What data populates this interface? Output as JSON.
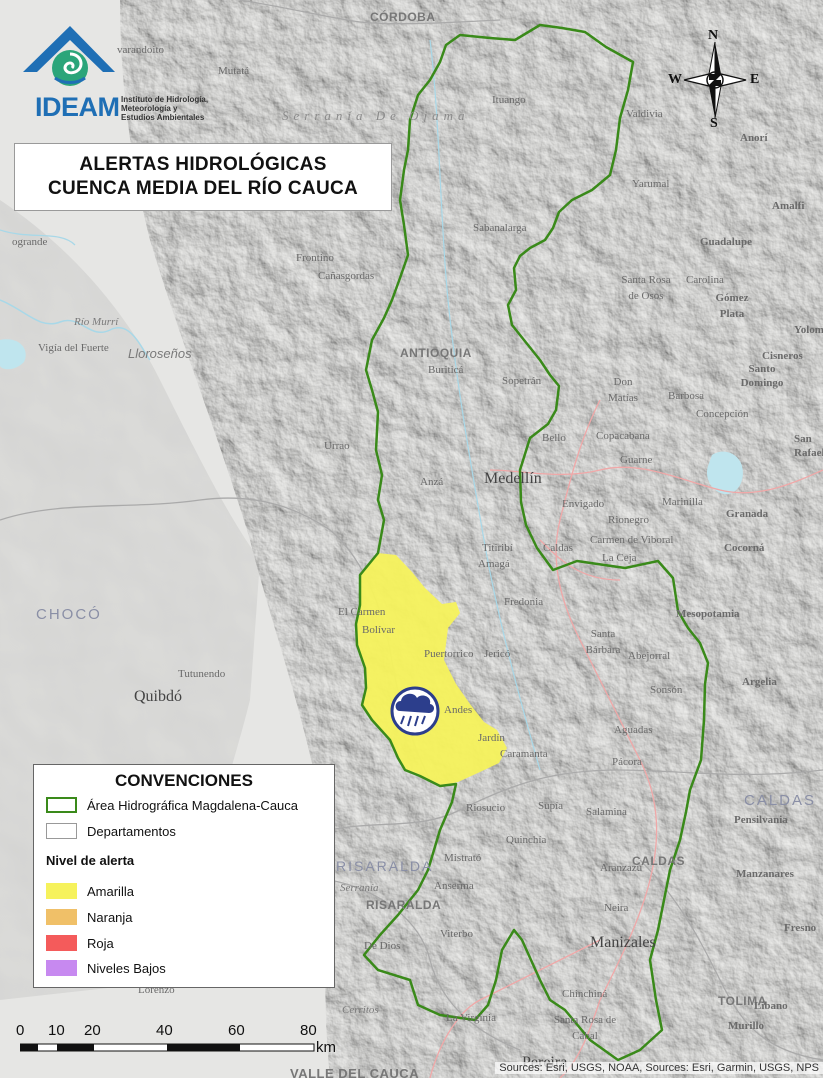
{
  "title": {
    "line1": "ALERTAS HIDROLÓGICAS",
    "line2": "CUENCA MEDIA DEL RÍO CAUCA"
  },
  "organization": {
    "name": "IDEAM",
    "description": [
      "Instituto de Hidrología,",
      "Meteorología y",
      "Estudios Ambientales"
    ]
  },
  "legend": {
    "title": "CONVENCIONES",
    "basin_label": "Área Hidrográfica Magdalena-Cauca",
    "departments_label": "Departamentos",
    "alert_heading": "Nivel de alerta",
    "levels": [
      {
        "label": "Amarilla",
        "color": "#f6f25c"
      },
      {
        "label": "Naranja",
        "color": "#f0c068"
      },
      {
        "label": "Roja",
        "color": "#f45b5b"
      },
      {
        "label": "Niveles Bajos",
        "color": "#c789f0"
      }
    ],
    "basin_color": "#3a8a1a"
  },
  "compass": {
    "n": "N",
    "s": "S",
    "e": "E",
    "w": "W"
  },
  "scale": {
    "ticks": [
      "0",
      "10",
      "20",
      "40",
      "60",
      "80"
    ],
    "unit": "km"
  },
  "attribution": "Sources: Esri, USGS, NOAA, Sources: Esri, Garmin, USGS, NPS",
  "alert_icon": "rain-cloud-icon",
  "places": {
    "cordoba": "CÓRDOBA",
    "varandoito": "varandoito",
    "mutata": "Mutatá",
    "serrania": "Serranía De Ojama",
    "ituango": "Ituango",
    "valdivia": "Valdivia",
    "anori": "Anorí",
    "yarumal": "Yarumal",
    "amalfi": "Amalfi",
    "guadalupe": "Guadalupe",
    "sabanalarga": "Sabanalarga",
    "frontino": "Frontino",
    "canasgordas": "Cañasgordas",
    "santa_rosa": "Santa Rosa de Osos",
    "carolina": "Carolina",
    "gomez_plata": "Gómez Plata",
    "yolombo": "Yolom",
    "rio_murri": "Río Murrí",
    "pavarandogrande": "ogrande",
    "vigia": "Vigía del Fuerte",
    "llorosenos": "Lloroseños",
    "antioquia": "ANTIOQUIA",
    "buriticá": "Buriticá",
    "sopetran": "Sopetrán",
    "don_matias": "Don Matías",
    "barbosa": "Barbosa",
    "cisneros": "Cisneros",
    "santo_domingo": "Santo Domingo",
    "concepcion": "Concepción",
    "urrao": "Urrao",
    "bello": "Bello",
    "copacabana": "Copacabana",
    "guarne": "Guarne",
    "san_rafael": "San Rafael",
    "medellin": "Medellín",
    "anza": "Anzá",
    "envigado": "Envigado",
    "marinilla": "Marinilla",
    "rionegro": "Rionegro",
    "granada": "Granada",
    "carmen": "Carmen de Viboral",
    "cocorna": "Cocorná",
    "caldas_town": "Caldas",
    "la_ceja": "La Ceja",
    "titiribi": "Titiribí",
    "amaga": "Amagá",
    "fredonia": "Fredonia",
    "el_carmen": "El Carmen",
    "bolivar": "Bolívar",
    "choco": "CHOCÓ",
    "santa_barbara": "Santa Bárbara",
    "abejorral": "Abejorral",
    "mesopotamia": "Mesopotamia",
    "tutunendo": "Tutunendo",
    "puertorrico": "Puertorrico",
    "jerico": "Jericó",
    "quibdo": "Quibdó",
    "andes": "Andes",
    "sonson": "Sonsón",
    "argelia": "Argelia",
    "jardin": "Jardín",
    "aguadas": "Aguadas",
    "caramanta": "Caramanta",
    "pacora": "Pácora",
    "caldas_dept": "CALDAS",
    "riosucio": "Riosucio",
    "supia": "Supía",
    "salamina": "Salamina",
    "pensilvania": "Pensilvania",
    "quinchia": "Quinchía",
    "risaralda_region": "RISARALDA",
    "mistrato": "Mistrató",
    "caldas_label": "CALDAS",
    "aranzazu": "Aranzazu",
    "manzanares": "Manzanares",
    "serrania_small": "Serranía",
    "anserma": "Anserma",
    "risaralda": "RISARALDA",
    "neira": "Neira",
    "manizales": "Manizales",
    "fresno": "Fresno",
    "viterbo": "Viterbo",
    "tolima": "TOLIMA",
    "lerida": "Líbano",
    "murillo": "Murillo",
    "chinchina": "Chinchiná",
    "santa_rosa_cabal": "Santa Rosa de Cabal",
    "virginia": "La Virginia",
    "pereira": "Pereira",
    "valle": "VALLE DEL CAUCA",
    "lorenzo": "Lorenzo",
    "de_dios": "De Dios",
    "cerritos": "Cerritos"
  }
}
